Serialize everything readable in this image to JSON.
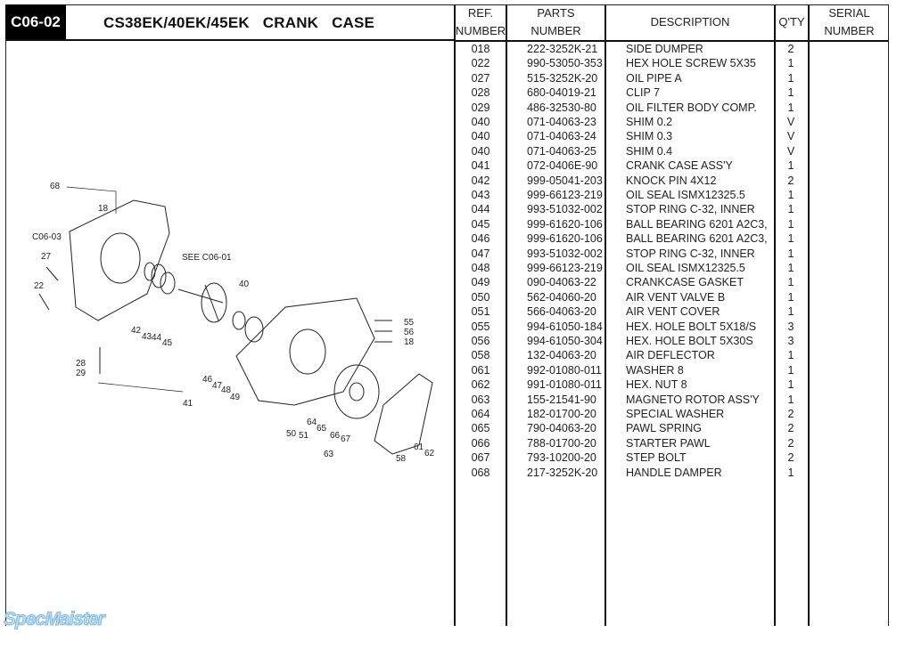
{
  "header": {
    "code": "C06-02",
    "title": "CS38EK/40EK/45EK CRANK CASE"
  },
  "columns": {
    "ref": "REF.",
    "ref2": "NUMBER",
    "parts": "PARTS",
    "parts2": "NUMBER",
    "description": "DESCRIPTION",
    "qty": "Q'TY",
    "serial": "SERIAL",
    "serial2": "NUMBER"
  },
  "rows": [
    {
      "ref": "018",
      "part": "222-3252K-21",
      "desc": "SIDE DUMPER",
      "qty": "2"
    },
    {
      "ref": "022",
      "part": "990-53050-353",
      "desc": "HEX HOLE SCREW 5X35",
      "qty": "1"
    },
    {
      "ref": "027",
      "part": "515-3252K-20",
      "desc": "OIL PIPE A",
      "qty": "1"
    },
    {
      "ref": "028",
      "part": "680-04019-21",
      "desc": "CLIP 7",
      "qty": "1"
    },
    {
      "ref": "029",
      "part": "486-32530-80",
      "desc": "OIL FILTER BODY COMP.",
      "qty": "1"
    },
    {
      "ref": "040",
      "part": "071-04063-23",
      "desc": "SHIM 0.2",
      "qty": "V"
    },
    {
      "ref": "040",
      "part": "071-04063-24",
      "desc": "SHIM 0.3",
      "qty": "V"
    },
    {
      "ref": "040",
      "part": "071-04063-25",
      "desc": "SHIM 0.4",
      "qty": "V"
    },
    {
      "ref": "041",
      "part": "072-0406E-90",
      "desc": "CRANK CASE ASS'Y",
      "qty": "1"
    },
    {
      "ref": "042",
      "part": "999-05041-203",
      "desc": "KNOCK PIN 4X12",
      "qty": "2"
    },
    {
      "ref": "043",
      "part": "999-66123-219",
      "desc": "OIL SEAL ISMX12325.5",
      "qty": "1"
    },
    {
      "ref": "044",
      "part": "993-51032-002",
      "desc": "STOP RING C-32, INNER",
      "qty": "1"
    },
    {
      "ref": "045",
      "part": "999-61620-106",
      "desc": "BALL BEARING 6201 A2C3,",
      "qty": "1"
    },
    {
      "ref": "046",
      "part": "999-61620-106",
      "desc": "BALL BEARING 6201 A2C3,",
      "qty": "1"
    },
    {
      "ref": "047",
      "part": "993-51032-002",
      "desc": "STOP RING C-32, INNER",
      "qty": "1"
    },
    {
      "ref": "048",
      "part": "999-66123-219",
      "desc": "OIL SEAL ISMX12325.5",
      "qty": "1"
    },
    {
      "ref": "049",
      "part": "090-04063-22",
      "desc": "CRANKCASE GASKET",
      "qty": "1"
    },
    {
      "ref": "050",
      "part": "562-04060-20",
      "desc": "AIR VENT VALVE B",
      "qty": "1"
    },
    {
      "ref": "051",
      "part": "566-04063-20",
      "desc": "AIR VENT COVER",
      "qty": "1"
    },
    {
      "ref": "055",
      "part": "994-61050-184",
      "desc": "HEX. HOLE BOLT 5X18/S",
      "qty": "3"
    },
    {
      "ref": "056",
      "part": "994-61050-304",
      "desc": "HEX. HOLE BOLT 5X30S",
      "qty": "3"
    },
    {
      "ref": "058",
      "part": "132-04063-20",
      "desc": "AIR DEFLECTOR",
      "qty": "1"
    },
    {
      "ref": "061",
      "part": "992-01080-011",
      "desc": "WASHER 8",
      "qty": "1"
    },
    {
      "ref": "062",
      "part": "991-01080-011",
      "desc": "HEX. NUT 8",
      "qty": "1"
    },
    {
      "ref": "063",
      "part": "155-21541-90",
      "desc": "MAGNETO ROTOR ASS'Y",
      "qty": "1"
    },
    {
      "ref": "064",
      "part": "182-01700-20",
      "desc": "SPECIAL WASHER",
      "qty": "2"
    },
    {
      "ref": "065",
      "part": "790-04063-20",
      "desc": "PAWL SPRING",
      "qty": "2"
    },
    {
      "ref": "066",
      "part": "788-01700-20",
      "desc": "STARTER PAWL",
      "qty": "2"
    },
    {
      "ref": "067",
      "part": "793-10200-20",
      "desc": "STEP BOLT",
      "qty": "2"
    },
    {
      "ref": "068",
      "part": "217-3252K-20",
      "desc": "HANDLE DAMPER",
      "qty": "1"
    }
  ],
  "diagram": {
    "callouts": [
      "68",
      "18",
      "C06-03",
      "27",
      "SEE C06-01",
      "22",
      "40",
      "42",
      "43",
      "44",
      "45",
      "55",
      "56",
      "18",
      "28",
      "29",
      "46",
      "47",
      "48",
      "49",
      "41",
      "50",
      "51",
      "64",
      "65",
      "66",
      "67",
      "63",
      "61",
      "62",
      "58"
    ]
  },
  "watermark": "SpecMaister"
}
